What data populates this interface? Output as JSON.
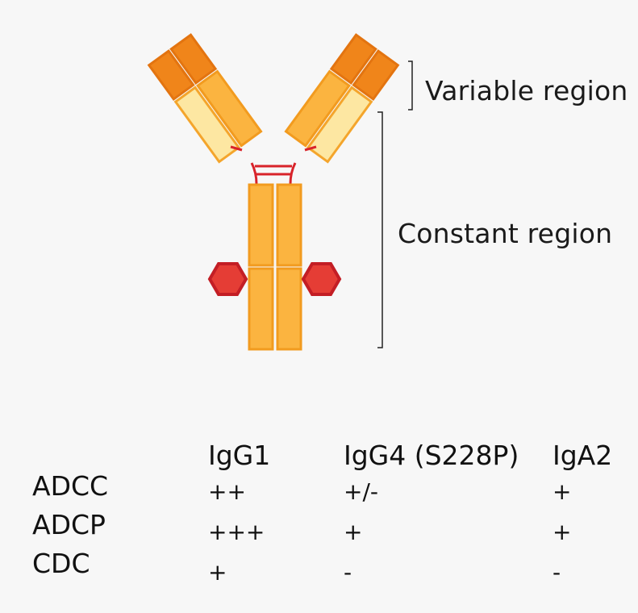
{
  "labels": {
    "variable_region": "Variable region",
    "constant_region": "Constant region"
  },
  "colors": {
    "variable_dark": "#f0851a",
    "variable_dark_stroke": "#e37410",
    "heavy_chain": "#fbb440",
    "heavy_chain_stroke": "#f29b1f",
    "light_chain": "#fde7a2",
    "light_chain_stroke": "#f4a52c",
    "disulfide": "#d8232a",
    "hexagon": "#e53d35",
    "hexagon_stroke": "#c31e25",
    "bracket": "#222222"
  },
  "table": {
    "headers": [
      "IgG1",
      "IgG4 (S228P)",
      "IgA2"
    ],
    "rows": [
      {
        "label": "ADCC",
        "values": [
          "++",
          "+/-",
          "+"
        ]
      },
      {
        "label": "ADCP",
        "values": [
          "+++",
          "+",
          "+"
        ]
      },
      {
        "label": "CDC",
        "values": [
          "+",
          "-",
          "-"
        ]
      }
    ]
  }
}
